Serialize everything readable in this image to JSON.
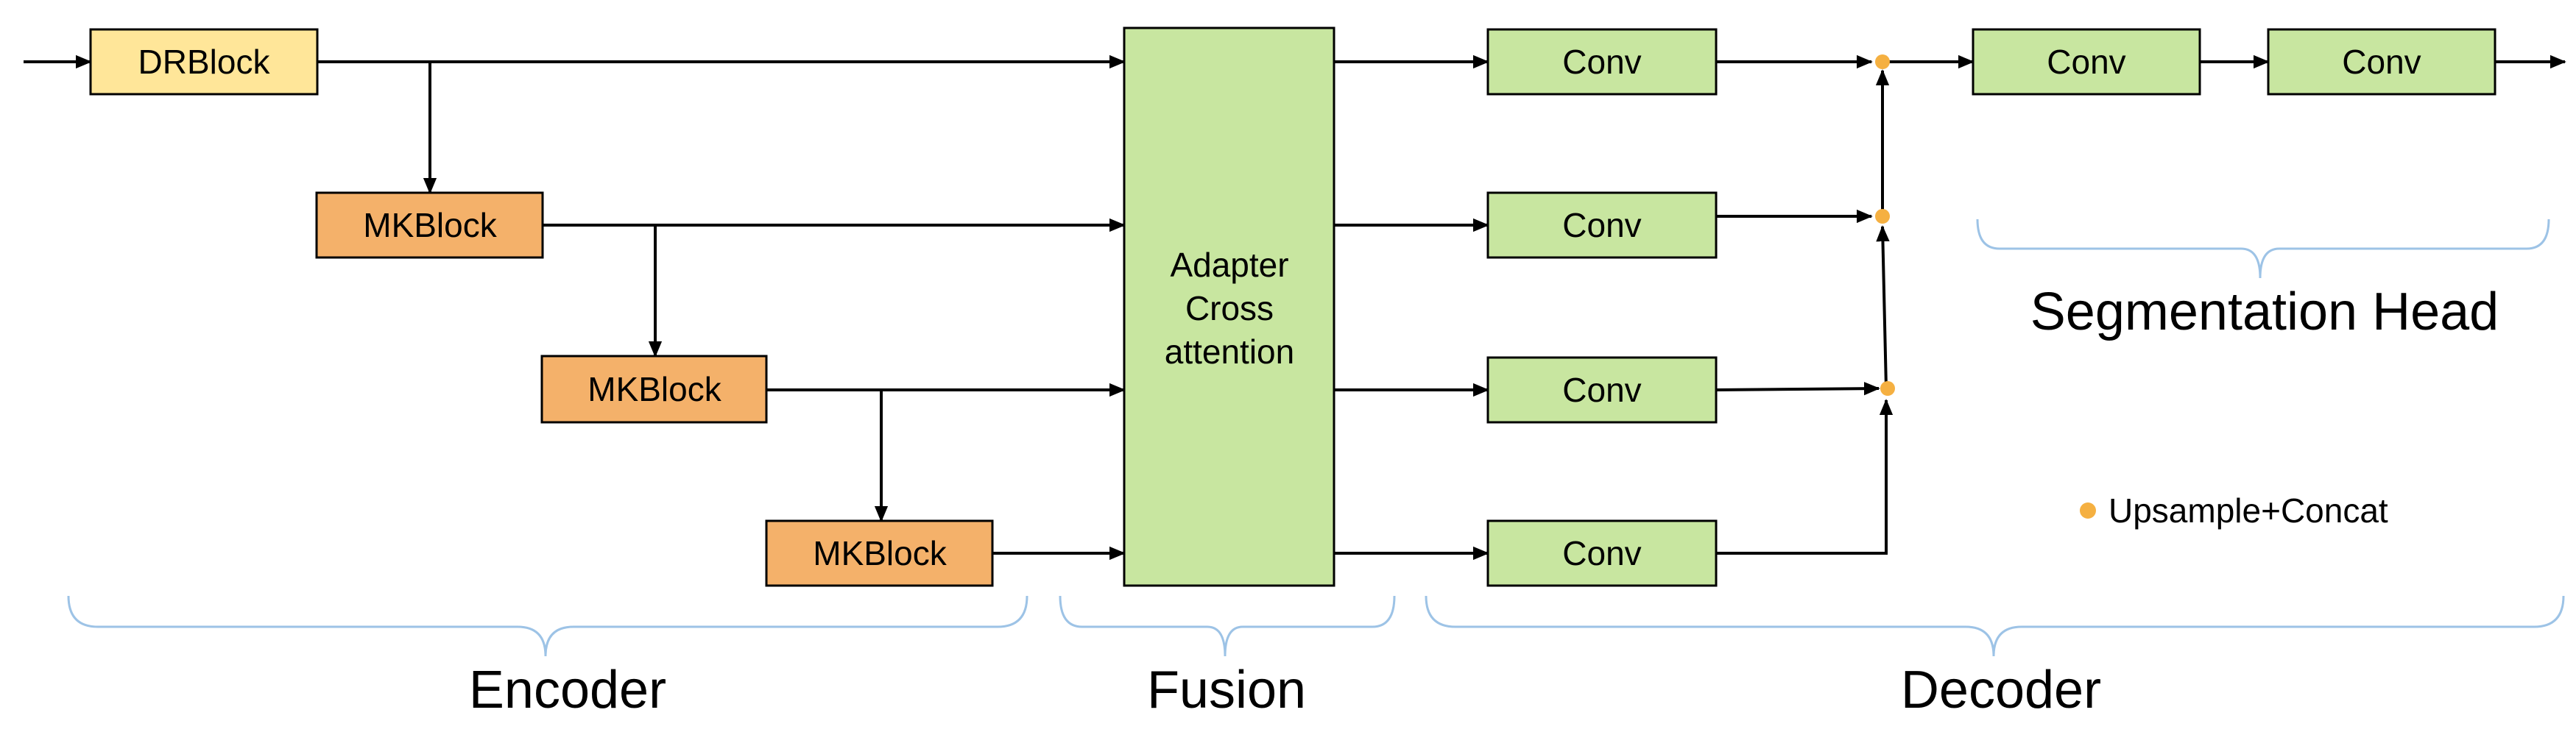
{
  "blocks": {
    "drblock": "DRBlock",
    "mkblock1": "MKBlock",
    "mkblock2": "MKBlock",
    "mkblock3": "MKBlock",
    "fusion_line1": "Adapter",
    "fusion_line2": "Cross",
    "fusion_line3": "attention",
    "conv1": "Conv",
    "conv2": "Conv",
    "conv3": "Conv",
    "conv4": "Conv",
    "seg_conv1": "Conv",
    "seg_conv2": "Conv"
  },
  "sections": {
    "encoder": "Encoder",
    "fusion": "Fusion",
    "decoder": "Decoder",
    "segmentation_head": "Segmentation Head"
  },
  "legend": {
    "upsample_concat": "Upsample+Concat"
  },
  "colors": {
    "drblock_fill": "#FFE699",
    "mkblock_fill": "#F4B16A",
    "green_fill": "#C8E6A0",
    "dot": "#F5B041",
    "brace": "#9DC3E6",
    "line": "#000000"
  }
}
